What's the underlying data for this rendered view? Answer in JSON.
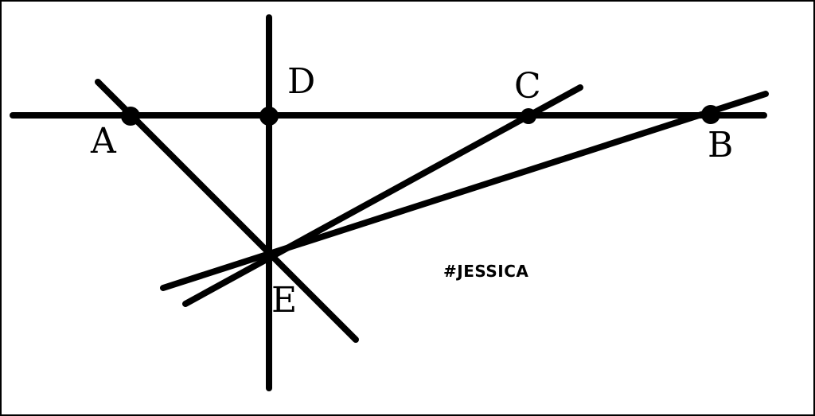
{
  "diagram": {
    "points": [
      {
        "id": "A",
        "label": "A"
      },
      {
        "id": "D",
        "label": "D"
      },
      {
        "id": "C",
        "label": "C"
      },
      {
        "id": "B",
        "label": "B"
      },
      {
        "id": "E",
        "label": "E"
      }
    ],
    "lines": [
      {
        "id": "horizontal-line",
        "through": [
          "A",
          "D",
          "C",
          "B"
        ]
      },
      {
        "id": "vertical-line",
        "through": [
          "D",
          "E"
        ]
      },
      {
        "id": "line-ae",
        "through": [
          "A",
          "E"
        ]
      },
      {
        "id": "line-ec",
        "through": [
          "E",
          "C"
        ]
      },
      {
        "id": "line-eb",
        "through": [
          "E",
          "B"
        ]
      }
    ],
    "watermark": "#JESSICA",
    "colors": {
      "ink": "#000000",
      "background": "#ffffff",
      "frame": "#000000"
    }
  }
}
